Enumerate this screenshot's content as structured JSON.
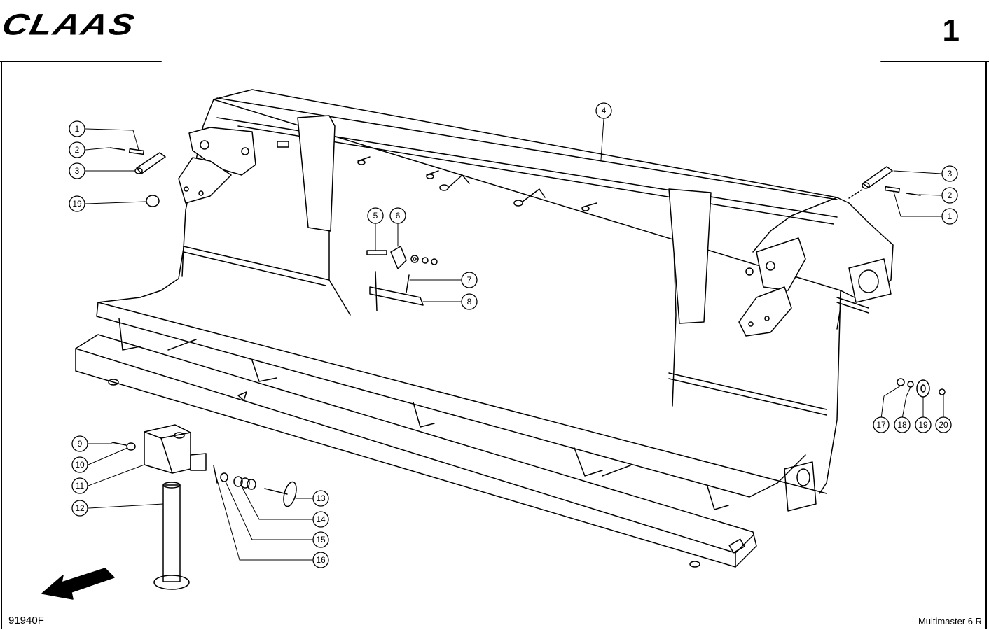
{
  "header": {
    "brand": "CLAAS",
    "page_number": "1"
  },
  "footer": {
    "drawing_code": "91940F",
    "model": "Multimaster 6 R"
  },
  "callouts": {
    "c1": "1",
    "c2": "2",
    "c3": "3",
    "c4": "4",
    "c5": "5",
    "c6": "6",
    "c7": "7",
    "c8": "8",
    "c9": "9",
    "c10": "10",
    "c11": "11",
    "c12": "12",
    "c13": "13",
    "c14": "14",
    "c15": "15",
    "c16": "16",
    "c17": "17",
    "c18": "18",
    "c19": "19",
    "c20": "20"
  },
  "icons": {
    "direction_arrow": "arrow-down-left-icon"
  }
}
